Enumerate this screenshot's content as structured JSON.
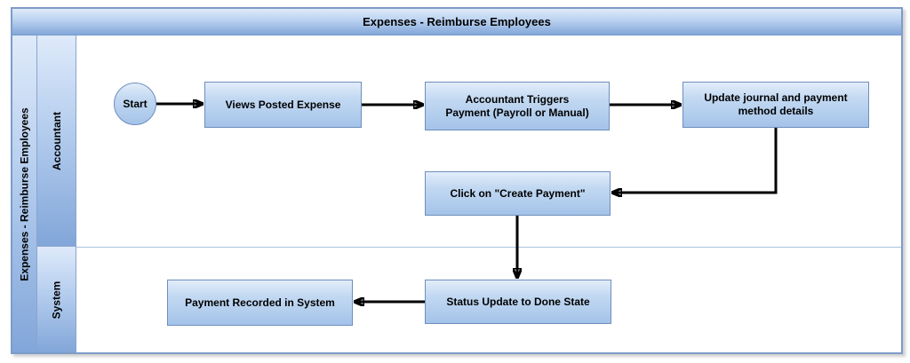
{
  "diagram": {
    "title": "Expenses - Reimburse Employees",
    "pool_label": "Expenses - Reimburse Employees",
    "lanes": [
      {
        "label": "Accountant"
      },
      {
        "label": "System"
      }
    ],
    "nodes": {
      "start": {
        "type": "start-event",
        "label": "Start",
        "lane": "Accountant"
      },
      "views": {
        "type": "task",
        "label": "Views Posted Expense",
        "lane": "Accountant"
      },
      "trigger": {
        "type": "task",
        "label": [
          "Accountant Triggers",
          "Payment (Payroll or Manual)"
        ],
        "lane": "Accountant"
      },
      "update": {
        "type": "task",
        "label": [
          "Update journal and payment",
          "method details"
        ],
        "lane": "Accountant"
      },
      "click": {
        "type": "task",
        "label": "Click on \"Create Payment\"",
        "lane": "Accountant"
      },
      "status": {
        "type": "task",
        "label": "Status Update to Done State",
        "lane": "System"
      },
      "recorded": {
        "type": "task",
        "label": "Payment Recorded in System",
        "lane": "System"
      }
    },
    "edges": [
      {
        "from": "start",
        "to": "views"
      },
      {
        "from": "views",
        "to": "trigger"
      },
      {
        "from": "trigger",
        "to": "update"
      },
      {
        "from": "update",
        "to": "click"
      },
      {
        "from": "click",
        "to": "status"
      },
      {
        "from": "status",
        "to": "recorded"
      }
    ],
    "colors": {
      "node_fill_top": "#e2edfa",
      "node_fill_mid": "#c3d9f2",
      "node_fill_bottom": "#a4c3e9",
      "node_border": "#6e8ebd",
      "header_fill_top": "#dfeafa",
      "header_fill_bottom": "#82a6d9",
      "pool_border": "#7d9cc9",
      "inner_line": "#8aa5cd",
      "lane_divider": "#a9c3e0",
      "arrow": "#000000",
      "text": "#000000"
    }
  }
}
